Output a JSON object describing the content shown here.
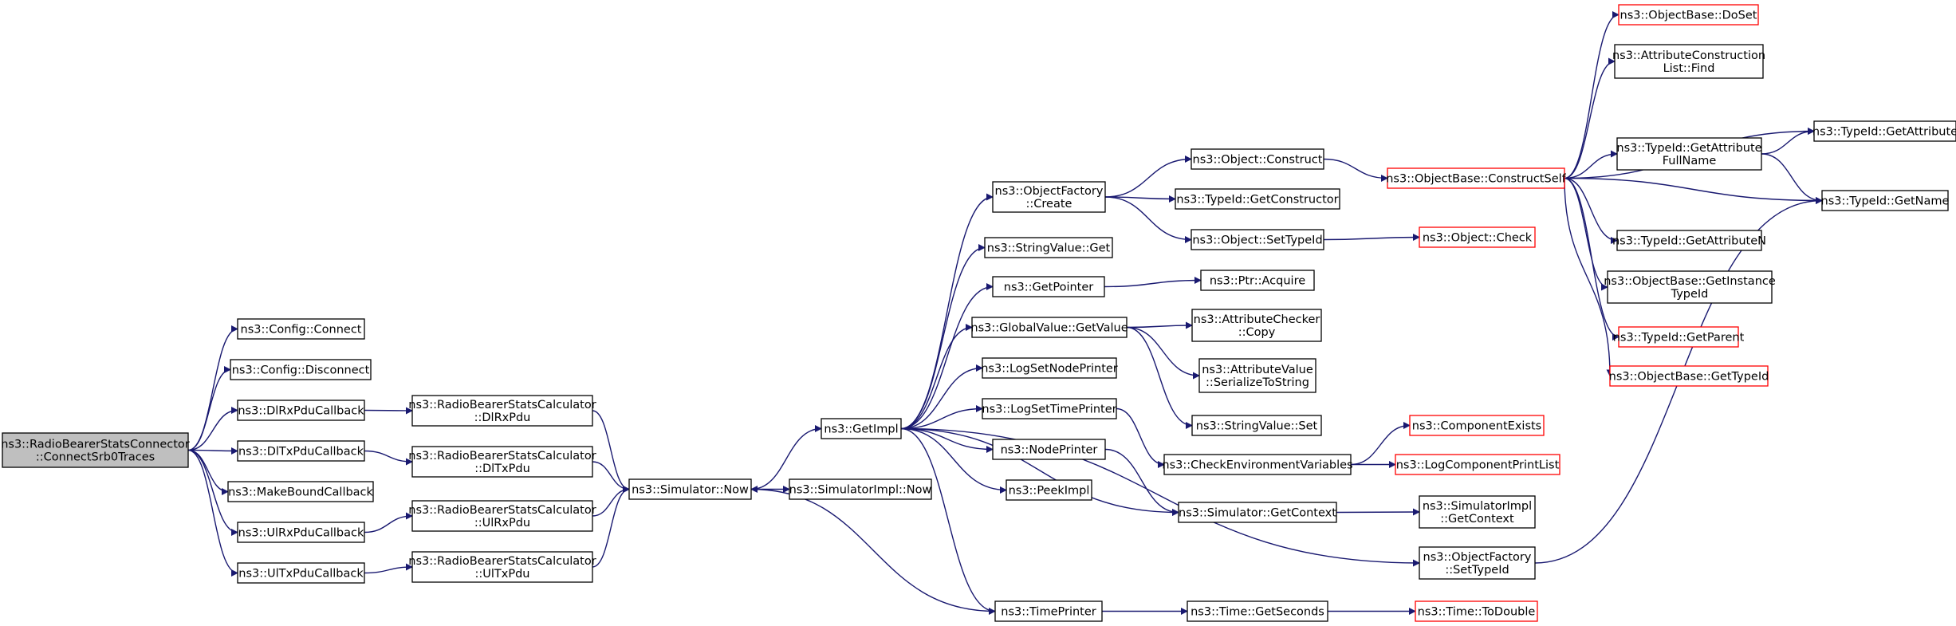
{
  "colors": {
    "edge": "#191970",
    "node_border": "#000000",
    "node_border_truncated": "#ff0000",
    "root_fill": "#bfbfbf",
    "node_fill": "#ffffff"
  },
  "nodes": {
    "root": [
      "ns3::RadioBearerStatsConnector",
      "::ConnectSrb0Traces"
    ],
    "config_connect": [
      "ns3::Config::Connect"
    ],
    "config_disconnect": [
      "ns3::Config::Disconnect"
    ],
    "dl_rx_pdu_callback": [
      "ns3::DlRxPduCallback"
    ],
    "dl_tx_pdu_callback": [
      "ns3::DlTxPduCallback"
    ],
    "make_bound_callback": [
      "ns3::MakeBoundCallback"
    ],
    "ul_rx_pdu_callback": [
      "ns3::UlRxPduCallback"
    ],
    "ul_tx_pdu_callback": [
      "ns3::UlTxPduCallback"
    ],
    "calc_dl_rx_pdu": [
      "ns3::RadioBearerStatsCalculator",
      "::DlRxPdu"
    ],
    "calc_dl_tx_pdu": [
      "ns3::RadioBearerStatsCalculator",
      "::DlTxPdu"
    ],
    "calc_ul_rx_pdu": [
      "ns3::RadioBearerStatsCalculator",
      "::UlRxPdu"
    ],
    "calc_ul_tx_pdu": [
      "ns3::RadioBearerStatsCalculator",
      "::UlTxPdu"
    ],
    "simulator_now": [
      "ns3::Simulator::Now"
    ],
    "simulator_impl_now": [
      "ns3::SimulatorImpl::Now"
    ],
    "get_impl": [
      "ns3::GetImpl"
    ],
    "object_factory_create": [
      "ns3::ObjectFactory",
      "::Create"
    ],
    "string_value_get": [
      "ns3::StringValue::Get"
    ],
    "get_pointer": [
      "ns3::GetPointer"
    ],
    "global_value_get_value": [
      "ns3::GlobalValue::GetValue"
    ],
    "log_set_node_printer": [
      "ns3::LogSetNodePrinter"
    ],
    "log_set_time_printer": [
      "ns3::LogSetTimePrinter"
    ],
    "node_printer": [
      "ns3::NodePrinter"
    ],
    "peek_impl": [
      "ns3::PeekImpl"
    ],
    "time_printer": [
      "ns3::TimePrinter"
    ],
    "object_construct": [
      "ns3::Object::Construct"
    ],
    "type_id_get_constructor": [
      "ns3::TypeId::GetConstructor"
    ],
    "object_set_type_id": [
      "ns3::Object::SetTypeId"
    ],
    "ptr_acquire": [
      "ns3::Ptr::Acquire"
    ],
    "attribute_checker_copy": [
      "ns3::AttributeChecker",
      "::Copy"
    ],
    "attribute_value_serialize": [
      "ns3::AttributeValue",
      "::SerializeToString"
    ],
    "string_value_set": [
      "ns3::StringValue::Set"
    ],
    "check_environment_variables": [
      "ns3::CheckEnvironmentVariables"
    ],
    "simulator_get_context": [
      "ns3::Simulator::GetContext"
    ],
    "time_get_seconds": [
      "ns3::Time::GetSeconds"
    ],
    "object_base_construct_self": [
      "ns3::ObjectBase::ConstructSelf"
    ],
    "object_check": [
      "ns3::Object::Check"
    ],
    "component_exists": [
      "ns3::ComponentExists"
    ],
    "log_component_print_list": [
      "ns3::LogComponentPrintList"
    ],
    "simulator_impl_get_context": [
      "ns3::SimulatorImpl",
      "::GetContext"
    ],
    "object_factory_set_type_id": [
      "ns3::ObjectFactory",
      "::SetTypeId"
    ],
    "time_to_double": [
      "ns3::Time::ToDouble"
    ],
    "object_base_do_set": [
      "ns3::ObjectBase::DoSet"
    ],
    "attribute_construction_list_find": [
      "ns3::AttributeConstruction",
      "List::Find"
    ],
    "type_id_get_attribute": [
      "ns3::TypeId::GetAttribute"
    ],
    "type_id_get_attribute_full_name": [
      "ns3::TypeId::GetAttribute",
      "FullName"
    ],
    "type_id_get_name": [
      "ns3::TypeId::GetName"
    ],
    "type_id_get_attribute_n": [
      "ns3::TypeId::GetAttributeN"
    ],
    "object_base_get_instance_type_id": [
      "ns3::ObjectBase::GetInstance",
      "TypeId"
    ],
    "type_id_get_parent": [
      "ns3::TypeId::GetParent"
    ],
    "object_base_get_type_id": [
      "ns3::ObjectBase::GetTypeId"
    ]
  }
}
